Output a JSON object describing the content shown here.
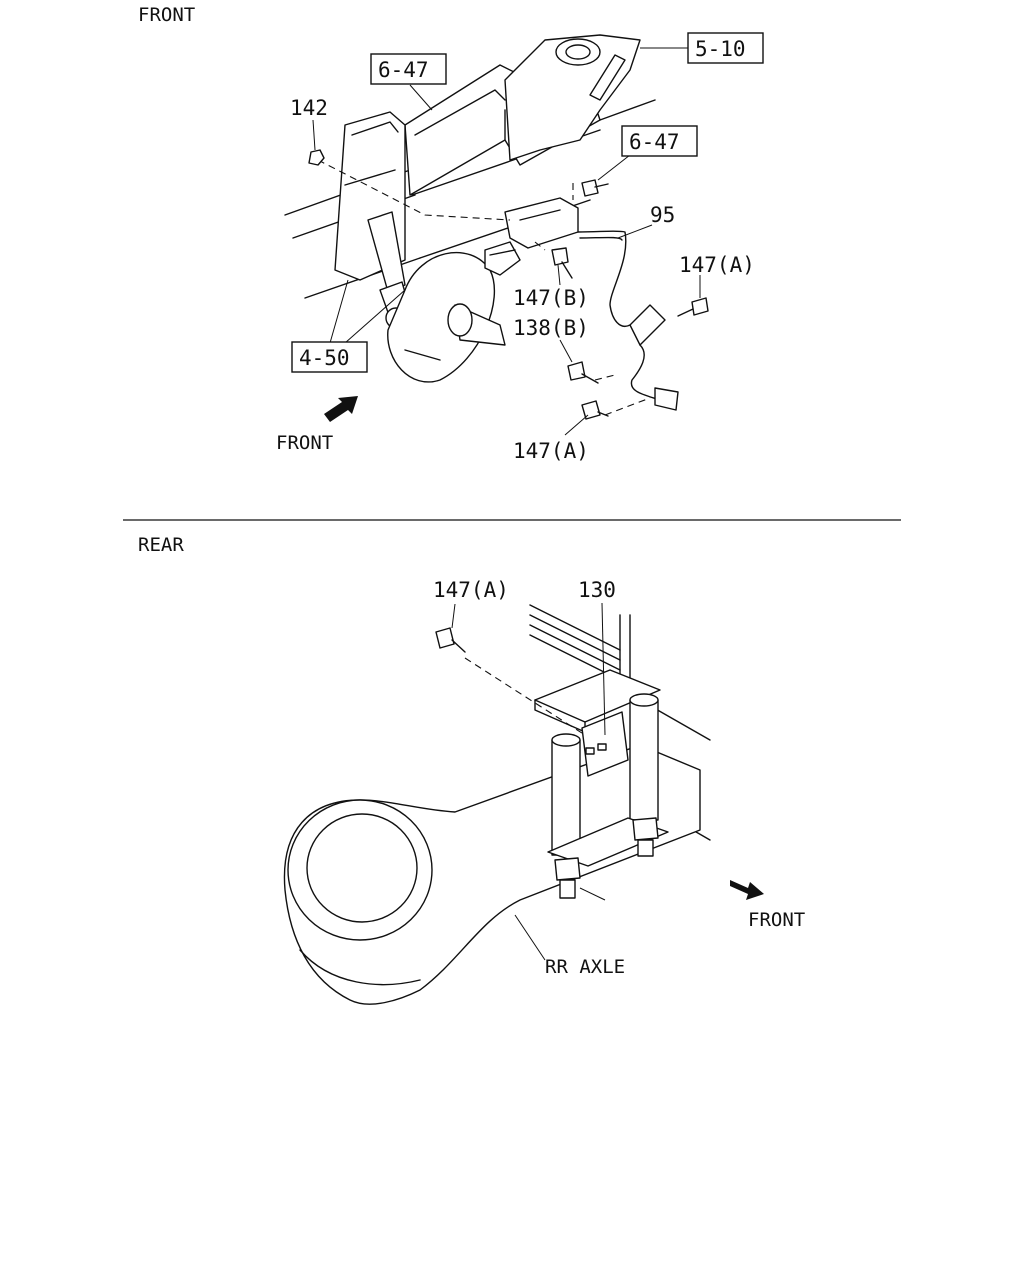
{
  "sections": {
    "front_heading": "FRONT",
    "rear_heading": "REAR"
  },
  "front": {
    "ref_5_10": "5-10",
    "ref_6_47_a": "6-47",
    "ref_6_47_b": "6-47",
    "ref_4_50": "4-50",
    "part_142": "142",
    "part_95": "95",
    "part_147a_top": "147(A)",
    "part_147b": "147(B)",
    "part_138b": "138(B)",
    "part_147a_bottom": "147(A)",
    "front_arrow_label": "FRONT"
  },
  "rear": {
    "part_147a": "147(A)",
    "part_130": "130",
    "axle_label": "RR AXLE",
    "front_arrow_label": "FRONT"
  },
  "colors": {
    "line": "#111111",
    "background": "#ffffff"
  }
}
